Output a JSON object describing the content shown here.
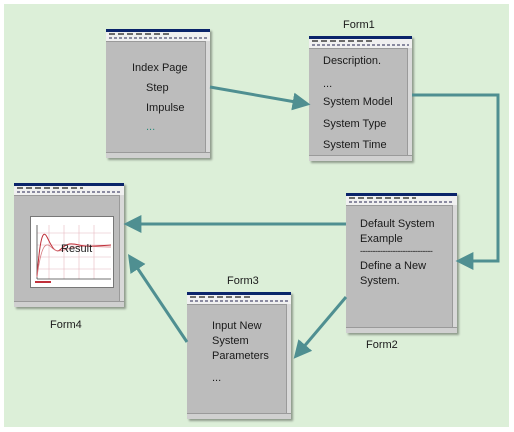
{
  "index_page": {
    "lines": [
      "Index Page",
      "Step",
      "Impulse",
      "..."
    ]
  },
  "form1": {
    "label": "Form1",
    "lines": [
      "Description.",
      "...",
      "System Model",
      "System Type",
      "System Time"
    ]
  },
  "form2": {
    "label": "Form2",
    "default_line1": "Default System",
    "default_line2": "Example",
    "dashes": "-----------------------------",
    "new_line1": "Define a New",
    "new_line2": "System."
  },
  "form3": {
    "label": "Form3",
    "lines": [
      "Input New",
      "System",
      "Parameters",
      "..."
    ]
  },
  "form4": {
    "label": "Form4",
    "result": "Result"
  },
  "colors": {
    "arrow": "#4f8f91",
    "background": "#dcefd8",
    "window_body": "#bcbcbc",
    "ellipsis_accent": "#2a8a7a"
  }
}
